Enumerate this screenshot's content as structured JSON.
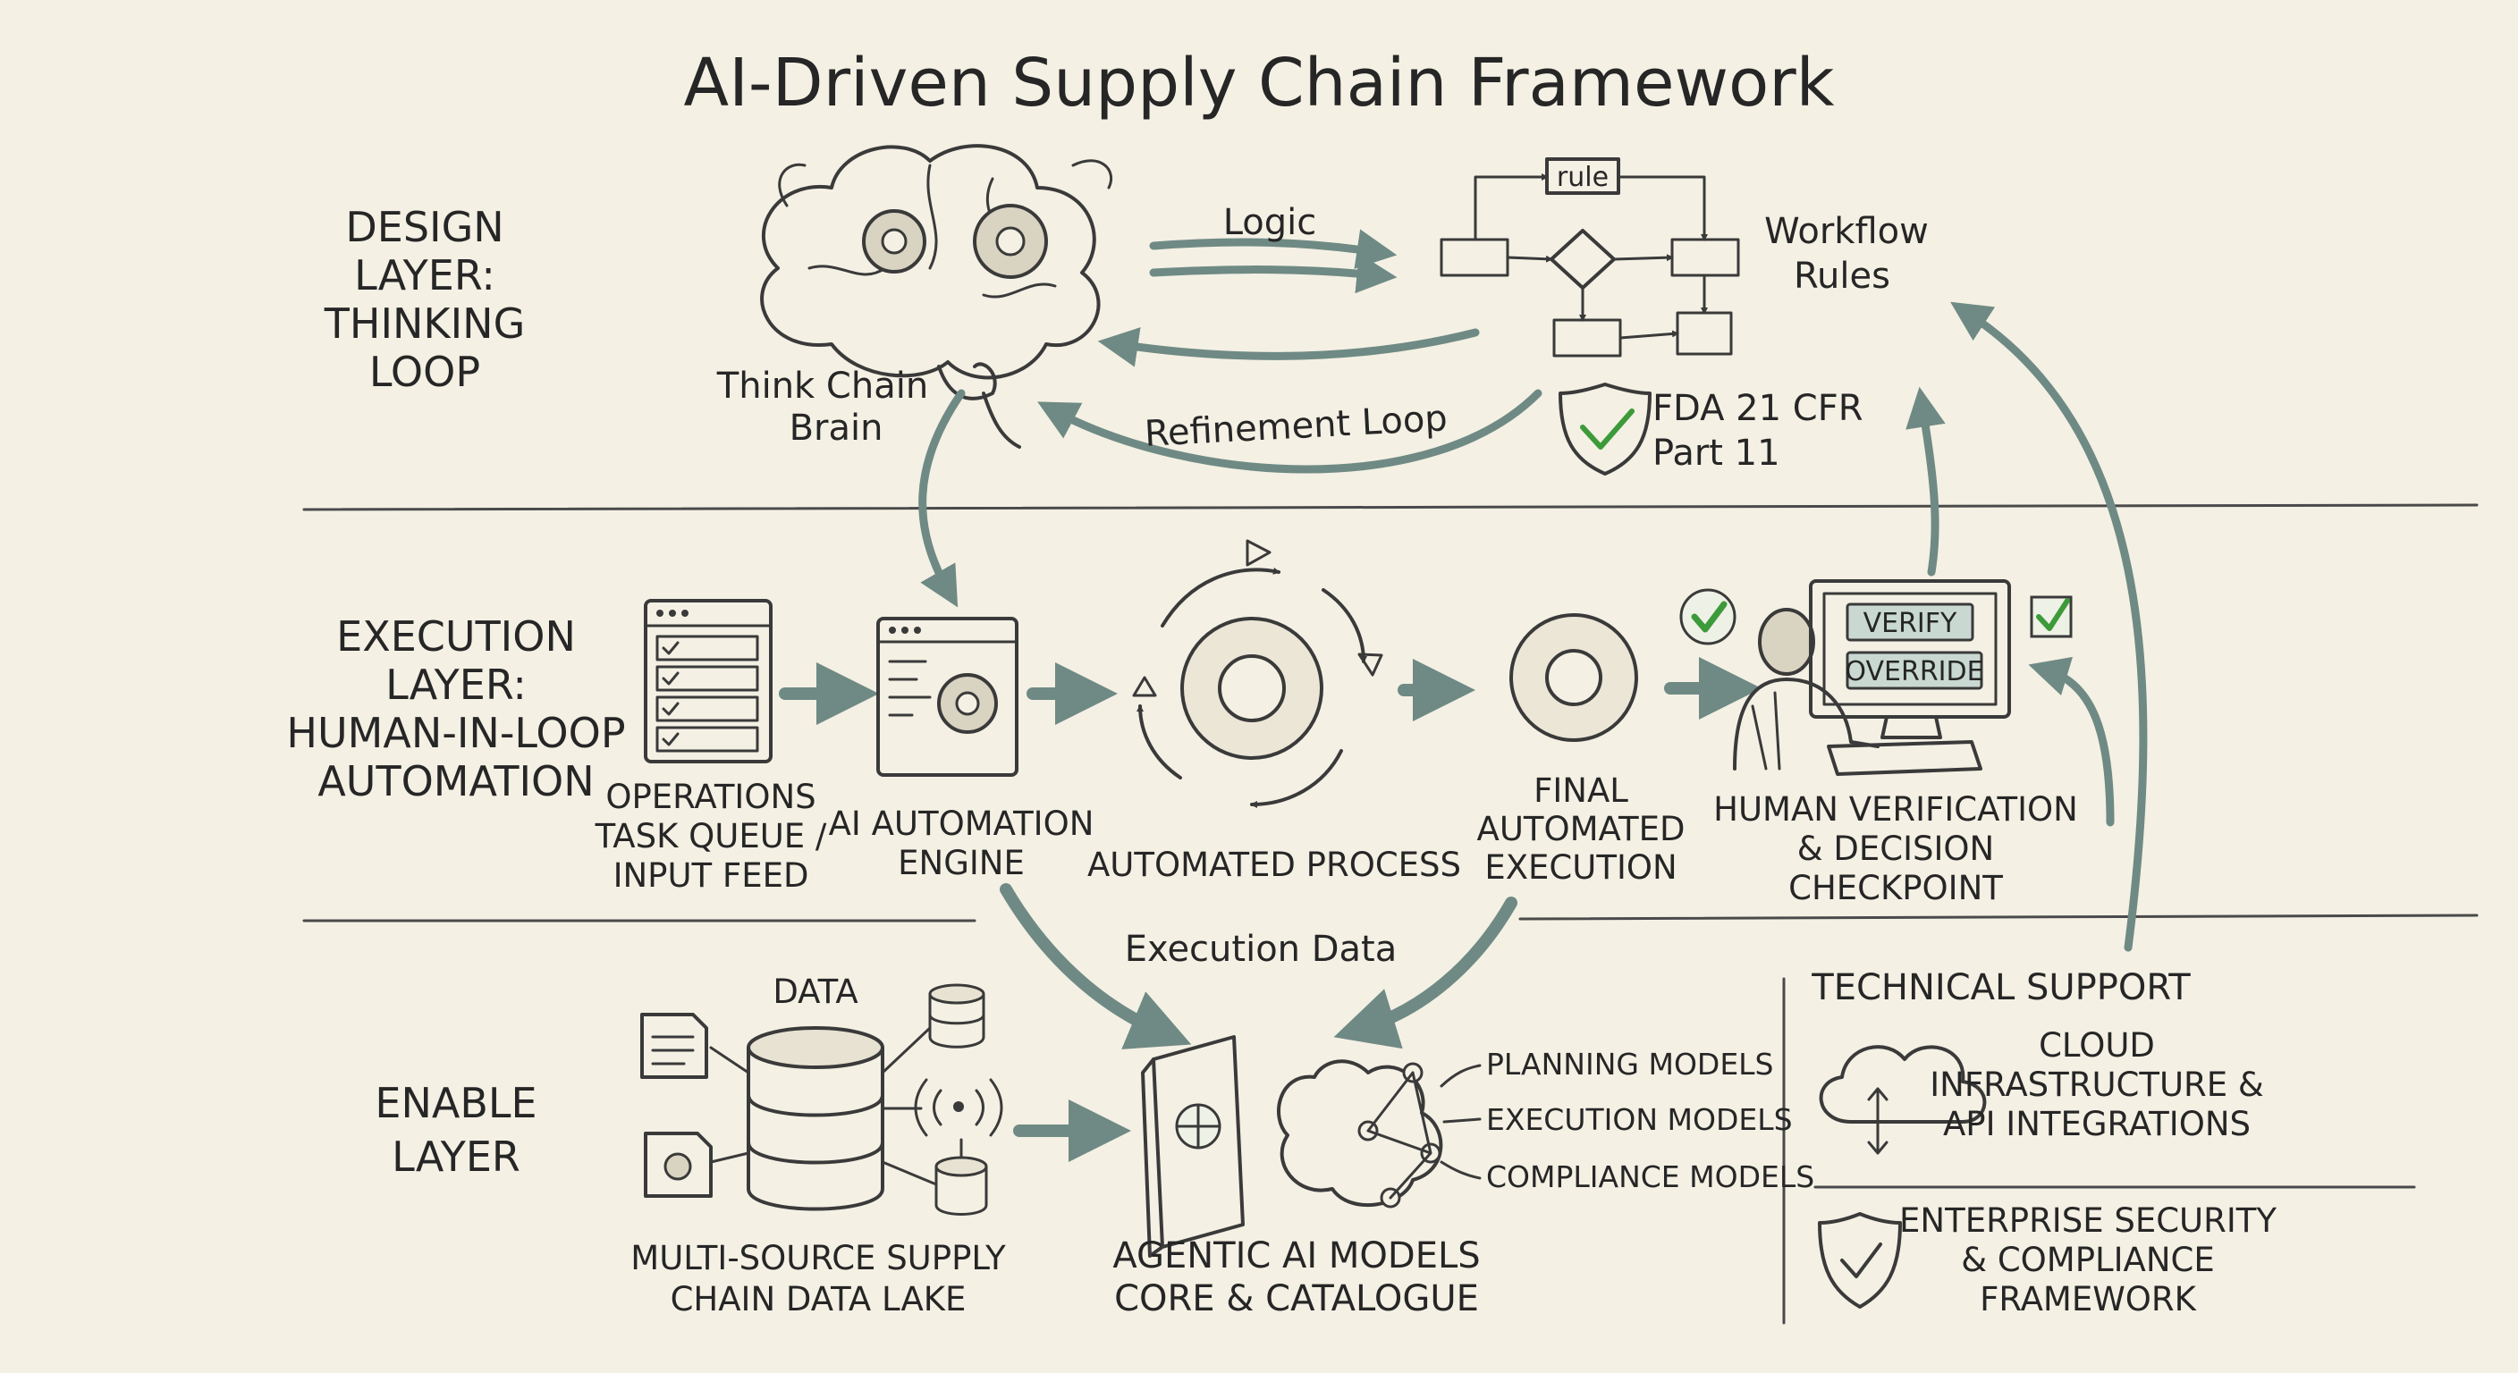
{
  "title": "AI-Driven Supply Chain Framework",
  "layers": {
    "design": [
      "DESIGN",
      "LAYER:",
      "THINKING",
      "LOOP"
    ],
    "execution": [
      "EXECUTION",
      "LAYER:",
      "HUMAN-IN-LOOP",
      "AUTOMATION"
    ],
    "enable": [
      "ENABLE",
      "LAYER"
    ]
  },
  "design": {
    "brain_label": [
      "Think Chain",
      "Brain"
    ],
    "logic_label": "Logic",
    "refinement_label": "Refinement Loop",
    "rule_label": "rule",
    "workflow_label": [
      "Workflow",
      "Rules"
    ],
    "fda_label": [
      "FDA 21 CFR",
      "Part 11"
    ]
  },
  "execution": {
    "task_queue": [
      "OPERATIONS",
      "TASK QUEUE /",
      "INPUT FEED"
    ],
    "engine": [
      "AI AUTOMATION",
      "ENGINE"
    ],
    "automated_process": "AUTOMATED PROCESS",
    "final_execution": [
      "FINAL",
      "AUTOMATED",
      "EXECUTION"
    ],
    "human_checkpoint": [
      "HUMAN VERIFICATION",
      "& DECISION",
      "CHECKPOINT"
    ],
    "verify_button": "VERIFY",
    "override_button": "OVERRIDE",
    "execution_data_label": "Execution Data"
  },
  "enable": {
    "data_label": "DATA",
    "data_lake": [
      "MULTI-SOURCE SUPPLY",
      "CHAIN DATA LAKE"
    ],
    "models": [
      "PLANNING MODELS",
      "EXECUTION MODELS",
      "COMPLIANCE MODELS"
    ],
    "agentic_core": [
      "AGENTIC AI MODELS",
      "CORE & CATALOGUE"
    ]
  },
  "support": {
    "title": "TECHNICAL SUPPORT",
    "cloud": [
      "CLOUD",
      "INFRASTRUCTURE &",
      "API INTEGRATIONS"
    ],
    "security": [
      "ENTERPRISE SECURITY",
      "& COMPLIANCE",
      "FRAMEWORK"
    ]
  },
  "colors": {
    "paper": "#f4f0e4",
    "ink": "#2b2b2b",
    "arrow": "#6f8a84",
    "accent_green": "#3d9a3a",
    "screen_tint": "#c9d9d2"
  }
}
